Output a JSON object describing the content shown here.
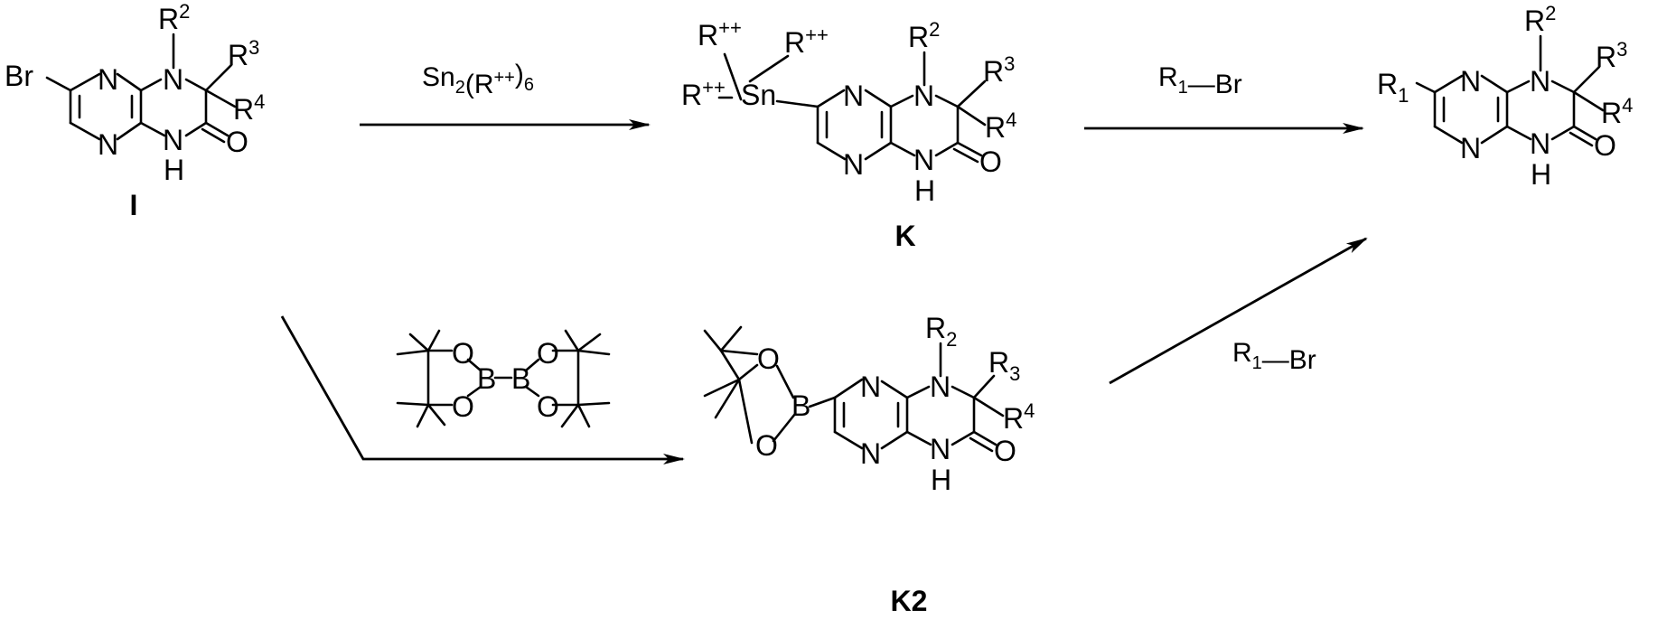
{
  "reagents": {
    "stannylation": "Sn2(R++)6",
    "coupling_top": "R1—Br",
    "coupling_bottom": "R1—Br"
  },
  "compounds": {
    "I": {
      "label": "I",
      "substituent": "Br",
      "n_top": "N",
      "n_bottom": "N",
      "nh_n": "N",
      "nh_h": "H",
      "n_amine": "N",
      "carbonyl_o": "O",
      "r2": "R2",
      "r3": "R3",
      "r4": "R4"
    },
    "K": {
      "label": "K",
      "tin": "Sn",
      "r_tin_a": "R++",
      "r_tin_b": "R++",
      "r_tin_c": "R++",
      "n_top": "N",
      "n_bottom": "N",
      "nh_n": "N",
      "nh_h": "H",
      "n_amine": "N",
      "carbonyl_o": "O",
      "r2": "R2",
      "r3": "R3",
      "r4": "R4"
    },
    "product": {
      "substituent": "R1",
      "n_top": "N",
      "n_bottom": "N",
      "nh_n": "N",
      "nh_h": "H",
      "n_amine": "N",
      "carbonyl_o": "O",
      "r2": "R2",
      "r3": "R3",
      "r4": "R4"
    },
    "B2pin2": {
      "b_left": "B",
      "b_right": "B",
      "o1": "O",
      "o2": "O",
      "o3": "O",
      "o4": "O"
    },
    "K2": {
      "label": "K2",
      "boron": "B",
      "o_upper": "O",
      "o_lower": "O",
      "n_top": "N",
      "n_bottom": "N",
      "nh_n": "N",
      "nh_h": "H",
      "n_amine": "N",
      "carbonyl_o": "O",
      "r2": "R2",
      "r3": "R3",
      "r4": "R4"
    }
  }
}
